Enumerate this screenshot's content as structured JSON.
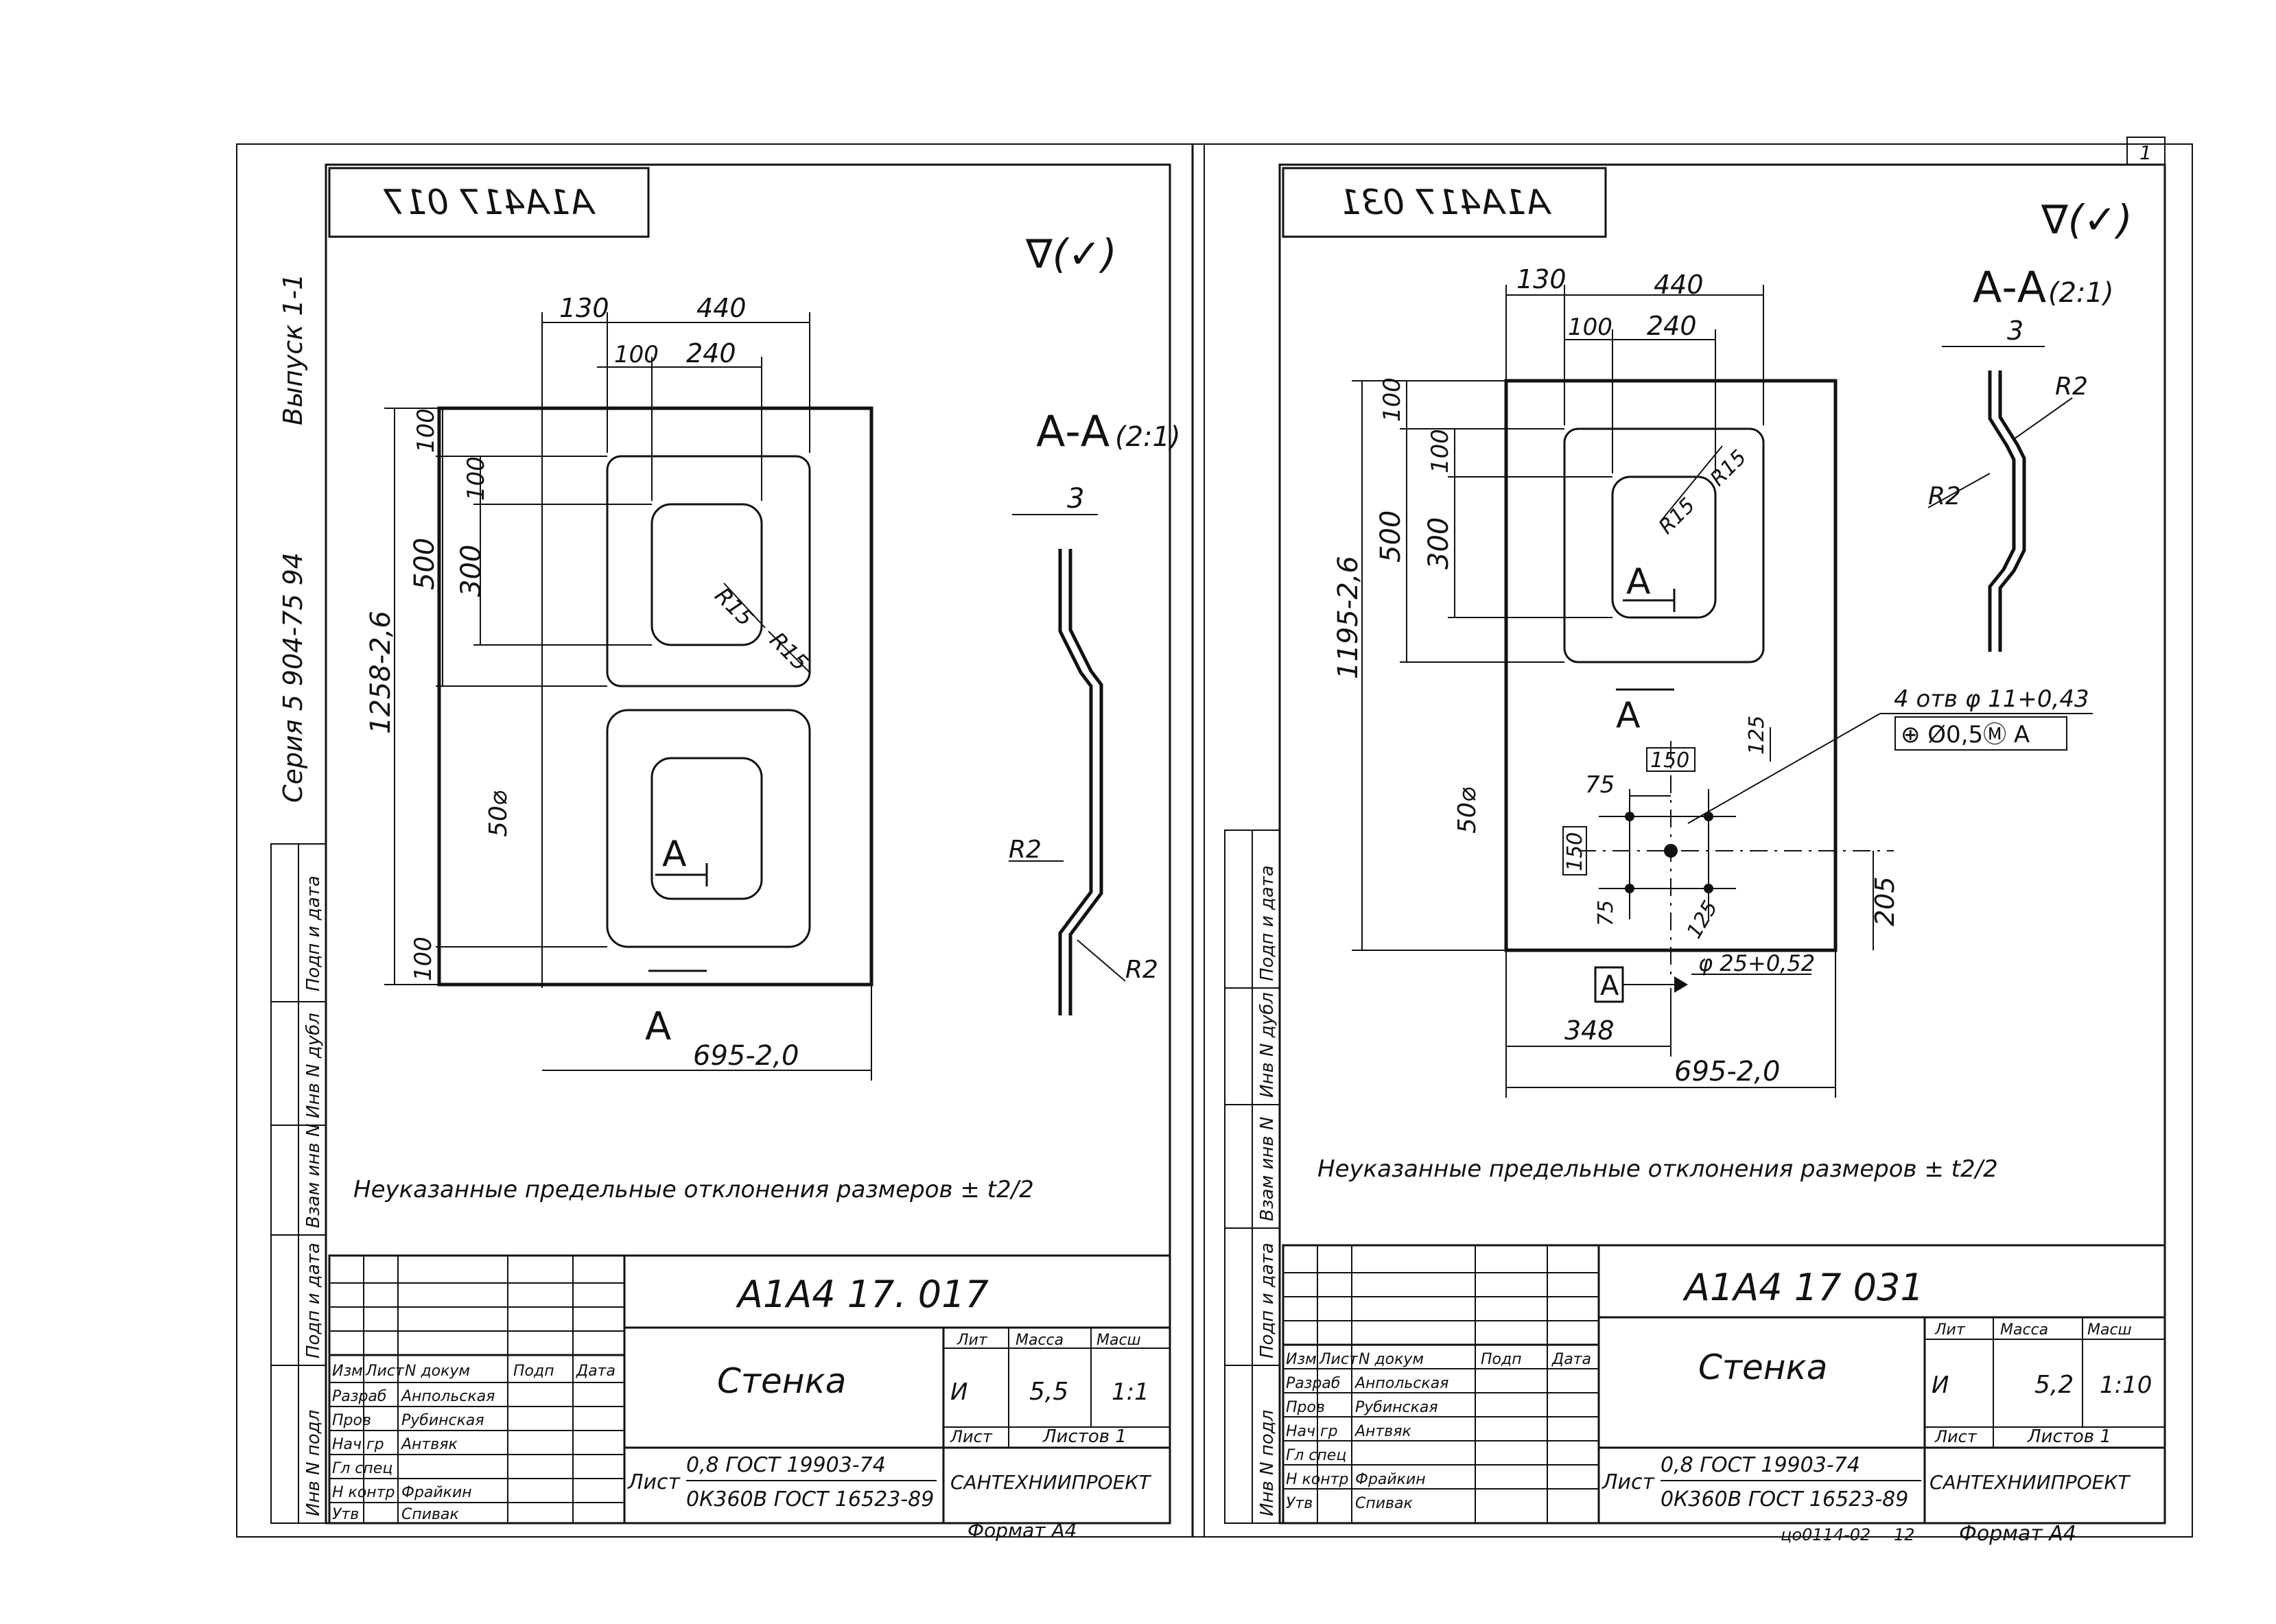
{
  "left_sheet": {
    "mirrored_code": "A1A417 017",
    "roughness_mark": "∇(✓)",
    "series_label": "Серия 5 904-75 94",
    "issue_label": "Выпуск 1-1",
    "section_label": "А-А",
    "section_scale": "(2:1)",
    "section_mark": "А",
    "dimensions": {
      "d130": "130",
      "d440": "440",
      "d100_top": "100",
      "d240": "240",
      "d100_left": "100",
      "d100_second": "100",
      "d500": "500",
      "d300": "300",
      "d1258": "1258-2,6",
      "d500_hole": "50⌀",
      "d100_bottom": "100",
      "r15_a": "R15",
      "r15_b": "R15",
      "d695": "695-2,0",
      "d3": "3",
      "r2_a": "R2",
      "r2_b": "R2"
    },
    "note": "Неуказанные предельные отклонения размеров ± t2/2",
    "title_block": {
      "code": "А1А4 17. 017",
      "name": "Стенка",
      "col_lit": "Лит",
      "col_mass": "Масса",
      "col_scale": "Масш",
      "lit": "И",
      "mass": "5,5",
      "scale": "1:1",
      "sheet": "Лист",
      "sheets": "Листов 1",
      "material_label": "Лист",
      "material_top": "0,8 ГОСТ 19903-74",
      "material_bottom": "0К360В ГОСТ 16523-89",
      "org": "САНТЕХНИИПРОЕКТ",
      "format": "Формат А4",
      "header_row": [
        "Изм",
        "Лист",
        "N докум",
        "Подп",
        "Дата"
      ],
      "roles": [
        "Разраб",
        "Пров",
        "Нач гр",
        "Гл спец",
        "Н контр",
        "Утв"
      ],
      "names": [
        "Анпольская",
        "Рубинская",
        "Антвяк",
        "",
        "Фрайкин",
        "Спивак"
      ]
    },
    "side_stamp": [
      "Подп и дата",
      "Инв N дубл",
      "Взам инв N",
      "Подп и дата",
      "Инв N подл"
    ]
  },
  "right_sheet": {
    "mirrored_code": "A1A417 031",
    "roughness_mark": "∇(✓)",
    "section_label": "А-А",
    "section_scale": "(2:1)",
    "section_mark": "А",
    "datum": "А",
    "holes_callout": "4 отв φ 11+0,43",
    "position_tol": "⊕ Ø0,5Ⓜ А",
    "dimensions": {
      "d130": "130",
      "d440": "440",
      "d100_top": "100",
      "d240": "240",
      "d100_left": "100",
      "d100_second": "100",
      "d500": "500",
      "d300": "300",
      "d1195": "1195-2,6",
      "r15_a": "R15",
      "r15_b": "R15",
      "d500_hole": "50⌀",
      "d150_top": "150",
      "d75_top": "75",
      "d125_top": "125",
      "d150_left": "150",
      "d75_left": "75",
      "d125_right": "125",
      "d205": "205",
      "d25": "φ 25+0,52",
      "d348": "348",
      "d695": "695-2,0",
      "d3": "3",
      "r2_a": "R2",
      "r2_b": "R2"
    },
    "note": "Неуказанные предельные отклонения размеров ± t2/2",
    "title_block": {
      "code": "А1А4 17 031",
      "name": "Стенка",
      "col_lit": "Лит",
      "col_mass": "Масса",
      "col_scale": "Масш",
      "lit": "И",
      "mass": "5,2",
      "scale": "1:10",
      "sheet": "Лист",
      "sheets": "Листов 1",
      "material_label": "Лист",
      "material_top": "0,8 ГОСТ 19903-74",
      "material_bottom": "0К360В ГОСТ 16523-89",
      "org": "САНТЕХНИИПРОЕКТ",
      "format": "Формат А4",
      "footer_code": "цо0114-02",
      "footer_num": "12",
      "header_row": [
        "Изм",
        "Лист",
        "N докум",
        "Подп",
        "Дата"
      ],
      "roles": [
        "Разраб",
        "Пров",
        "Нач гр",
        "Гл спец",
        "Н контр",
        "Утв"
      ],
      "names": [
        "Анпольская",
        "Рубинская",
        "Антвяк",
        "",
        "Фрайкин",
        "Спивак"
      ]
    },
    "side_stamp": [
      "Подп и дата",
      "Инв N дубл",
      "Взам инв N",
      "Подп и дата",
      "Инв N подл"
    ],
    "page_corner": "1"
  }
}
